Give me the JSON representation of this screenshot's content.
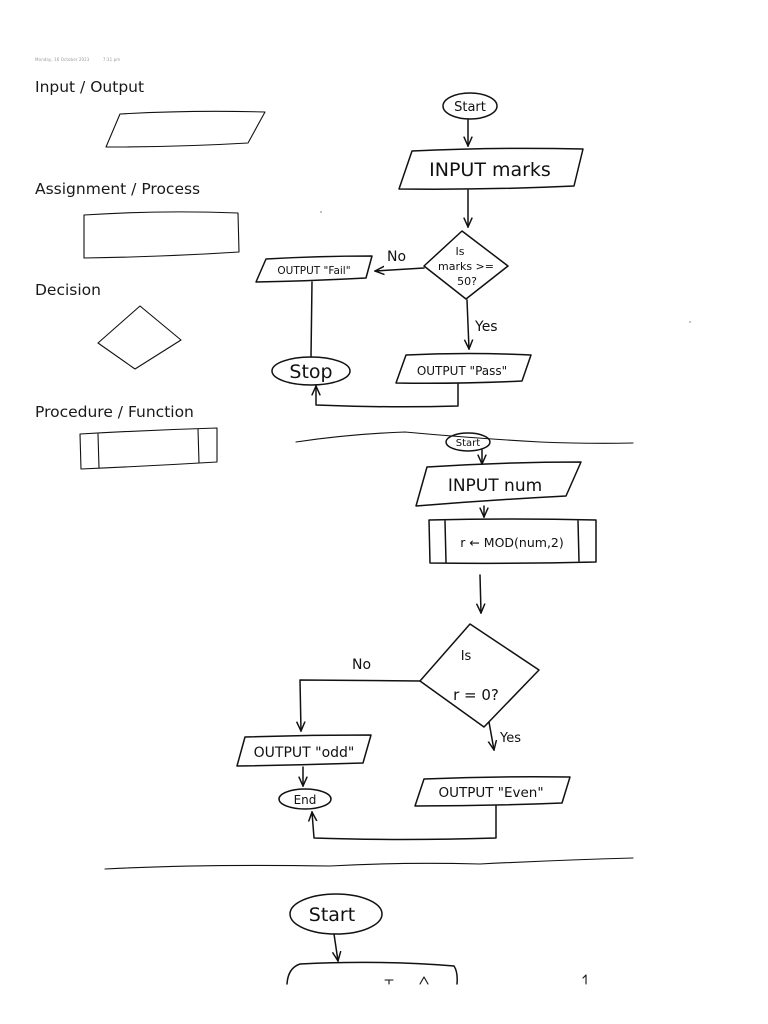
{
  "timestamp": {
    "date": "Monday, 16 October 2023",
    "time": "7:31 pm"
  },
  "legend": {
    "input_output": "Input / Output",
    "assignment_process": "Assignment / Process",
    "decision": "Decision",
    "procedure_function": "Procedure / Function"
  },
  "flowchart1": {
    "start": "Start",
    "input": "INPUT marks",
    "decision_line1": "Is",
    "decision_line2": "marks >=",
    "decision_line3": "50?",
    "no_label": "No",
    "yes_label": "Yes",
    "output_fail": "OUTPUT \"Fail\"",
    "output_pass": "OUTPUT \"Pass\"",
    "stop": "Stop"
  },
  "flowchart2": {
    "start": "Start",
    "input": "INPUT num",
    "process": "r ← MOD(num,2)",
    "decision_line1": "Is",
    "decision_line2": "r = 0?",
    "no_label": "No",
    "yes_label": "Yes",
    "output_odd": "OUTPUT \"odd\"",
    "output_even": "OUTPUT \"Even\"",
    "end": "End"
  },
  "flowchart3": {
    "start": "Start"
  }
}
